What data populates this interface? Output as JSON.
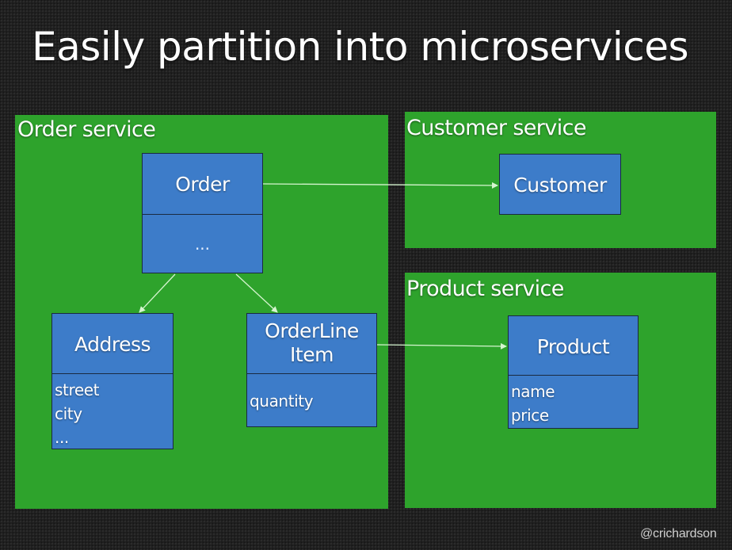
{
  "slide": {
    "title": "Easily partition into microservices",
    "credit": "@crichardson"
  },
  "services": {
    "order": {
      "label": "Order service",
      "entities": {
        "order": {
          "name": "Order",
          "body": "..."
        },
        "address": {
          "name": "Address",
          "attributes": [
            "street",
            "city",
            "..."
          ]
        },
        "orderlineitem": {
          "name": "OrderLine\nItem",
          "attributes": [
            "quantity"
          ]
        }
      }
    },
    "customer": {
      "label": "Customer service",
      "entities": {
        "customer": {
          "name": "Customer"
        }
      }
    },
    "product": {
      "label": "Product service",
      "entities": {
        "product": {
          "name": "Product",
          "attributes": [
            "name",
            "price"
          ]
        }
      }
    }
  },
  "colors": {
    "service_fill": "#2ea32c",
    "entity_fill": "#3d7cc9",
    "arrow": "#d6f5d0",
    "background": "#1c1c1c"
  },
  "relationships": [
    {
      "from": "Order",
      "to": "Customer"
    },
    {
      "from": "Order",
      "to": "Address"
    },
    {
      "from": "Order",
      "to": "OrderLine Item"
    },
    {
      "from": "OrderLine Item",
      "to": "Product"
    }
  ]
}
